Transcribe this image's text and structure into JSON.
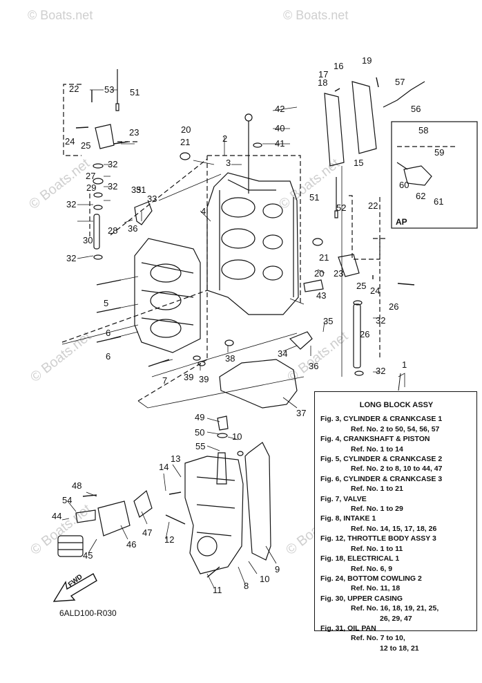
{
  "watermark": "© Boats.net",
  "diagram_code": "6ALD100-R030",
  "fwd_label": "FWD",
  "ap_label": "AP",
  "long_block": {
    "title": "LONG BLOCK ASSY",
    "entries": [
      {
        "fig": "Fig. 3, CYLINDER & CRANKCASE 1",
        "refs": [
          "Ref. No. 2 to 50, 54, 56, 57"
        ]
      },
      {
        "fig": "Fig. 4, CRANKSHAFT & PISTON",
        "refs": [
          "Ref. No. 1 to 14"
        ]
      },
      {
        "fig": "Fig. 5, CYLINDER & CRANKCASE 2",
        "refs": [
          "Ref. No. 2 to 8, 10 to 44, 47"
        ]
      },
      {
        "fig": "Fig. 6, CYLINDER & CRANKCASE 3",
        "refs": [
          "Ref. No. 1 to 21"
        ]
      },
      {
        "fig": "Fig. 7, VALVE",
        "refs": [
          "Ref. No. 1 to 29"
        ]
      },
      {
        "fig": "Fig. 8, INTAKE 1",
        "refs": [
          "Ref. No. 14, 15, 17, 18, 26"
        ]
      },
      {
        "fig": "Fig. 12, THROTTLE BODY ASSY 3",
        "refs": [
          "Ref. No. 1 to 11"
        ]
      },
      {
        "fig": "Fig. 18, ELECTRICAL 1",
        "refs": [
          "Ref. No. 6, 9"
        ]
      },
      {
        "fig": "Fig. 24, BOTTOM COWLING 2",
        "refs": [
          "Ref. No. 11, 18"
        ]
      },
      {
        "fig": "Fig. 30, UPPER CASING",
        "refs": [
          "Ref. No. 16, 18, 19, 21, 25,",
          "26, 29, 47"
        ]
      },
      {
        "fig": "Fig. 31, OIL PAN",
        "refs": [
          "Ref. No. 7 to 10,",
          "12 to 18, 21"
        ]
      }
    ]
  },
  "callouts": [
    "1",
    "2",
    "3",
    "4",
    "5",
    "6",
    "6",
    "7",
    "8",
    "9",
    "10",
    "10",
    "11",
    "12",
    "13",
    "14",
    "15",
    "16",
    "17",
    "18",
    "19",
    "20",
    "20",
    "21",
    "21",
    "22",
    "22",
    "23",
    "23",
    "24",
    "24",
    "25",
    "25",
    "26",
    "26",
    "27",
    "28",
    "29",
    "30",
    "31",
    "32",
    "32",
    "32",
    "32",
    "32",
    "32",
    "33",
    "34",
    "35",
    "35",
    "36",
    "36",
    "37",
    "38",
    "39",
    "39",
    "40",
    "41",
    "42",
    "43",
    "44",
    "45",
    "46",
    "47",
    "48",
    "49",
    "50",
    "51",
    "51",
    "52",
    "53",
    "54",
    "55",
    "56",
    "57",
    "58",
    "59",
    "60",
    "61",
    "62"
  ]
}
